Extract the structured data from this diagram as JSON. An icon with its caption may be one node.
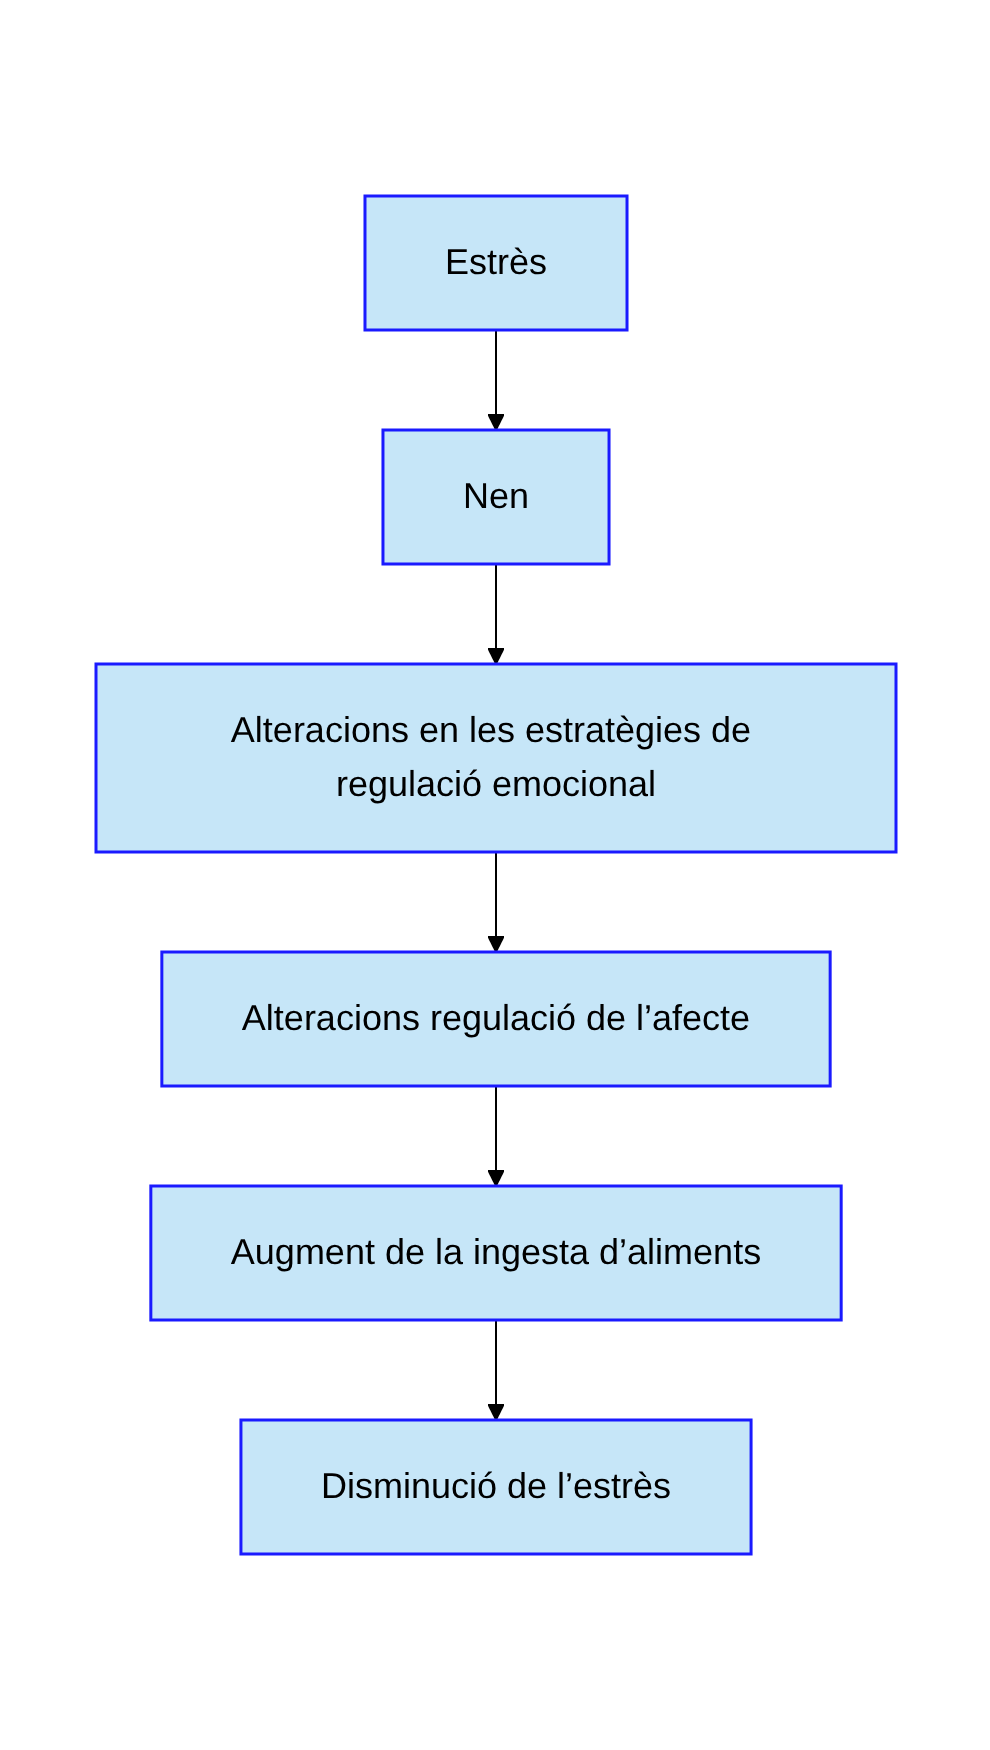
{
  "diagram": {
    "nodes": [
      {
        "text": [
          "Estrès"
        ]
      },
      {
        "text": [
          "Nen"
        ]
      },
      {
        "text": [
          "Alteracions en les estratègies de regulació emocional"
        ]
      },
      {
        "text": [
          "Alteracions regulació de l’afecte"
        ]
      },
      {
        "text": [
          "Augment de la ingesta d’aliments"
        ]
      },
      {
        "text": [
          "Disminució de l’estrès"
        ]
      }
    ],
    "edges": [
      {
        "from": 0,
        "to": 1,
        "arrow": "to"
      },
      {
        "from": 1,
        "to": 2,
        "arrow": "to"
      },
      {
        "from": 2,
        "to": 3,
        "arrow": "to"
      },
      {
        "from": 3,
        "to": 4,
        "arrow": "to"
      },
      {
        "from": 4,
        "to": 5,
        "arrow": "to"
      }
    ]
  }
}
